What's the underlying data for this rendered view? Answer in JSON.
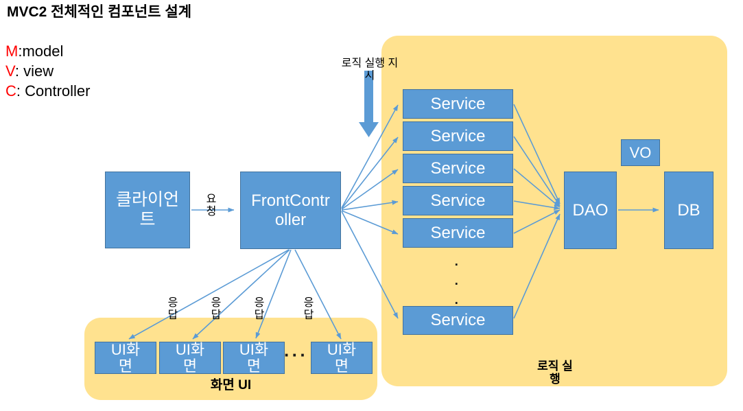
{
  "title": "MVC2 전체적인 컴포넌트 설계",
  "legend": {
    "items": [
      {
        "key": "M",
        "rest": ":model"
      },
      {
        "key": "V",
        "rest": ": view"
      },
      {
        "key": "C",
        "rest": ": Controller"
      }
    ]
  },
  "nodes": {
    "client": "클라이언트",
    "front_controller": "FrontController",
    "services": [
      "Service",
      "Service",
      "Service",
      "Service",
      "Service",
      "Service"
    ],
    "dao": "DAO",
    "vo": "VO",
    "db": "DB",
    "ui_screens": [
      "UI화면",
      "UI화면",
      "UI화면",
      "UI화면"
    ]
  },
  "edge_labels": {
    "request": "요청",
    "responses": [
      "응답",
      "응답",
      "응답",
      "응답"
    ],
    "logic_exec_instruction": "로직 실행 지시"
  },
  "group_labels": {
    "screen_ui": "화면 UI",
    "logic_exec": "로직 실행"
  },
  "ellipsis": {
    "vertical": "···",
    "horizontal": "···"
  },
  "colors": {
    "box_fill": "#5B9BD5",
    "box_border": "#41719C",
    "panel_yellow": "#FFE28F",
    "arrow_blue": "#5B9BD5",
    "accent_red": "#FF0000",
    "text_black": "#000000",
    "text_white": "#FFFFFF"
  }
}
